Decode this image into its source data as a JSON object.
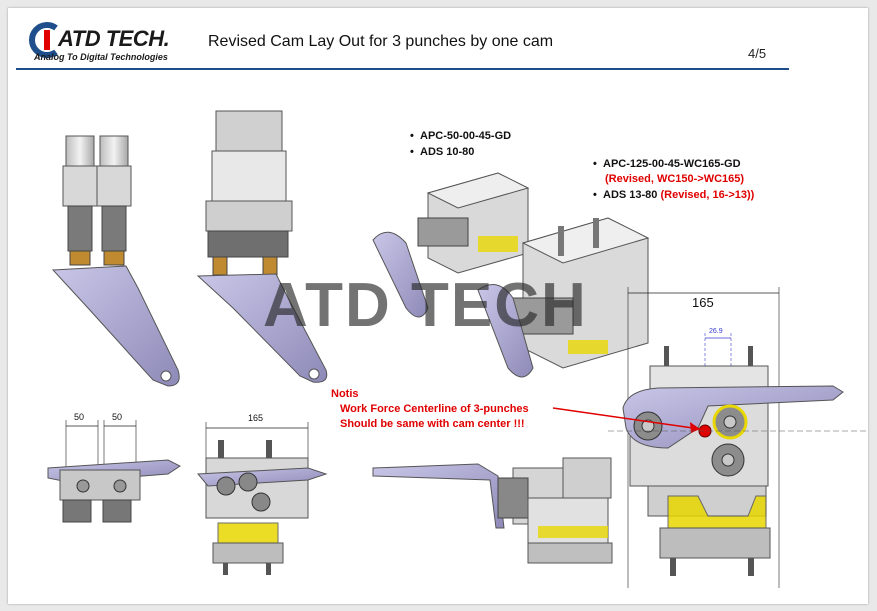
{
  "header": {
    "logo_text": "ATD TECH.",
    "logo_tagline": "Analog To Digital Technologies",
    "title": "Revised Cam Lay Out for 3 punches by one cam",
    "page_number": "4/5"
  },
  "specs_left": {
    "items": [
      "APC-50-00-45-GD",
      "ADS 10-80"
    ]
  },
  "specs_right": {
    "item1": "APC-125-00-45-WC165-GD",
    "item1_revision": "(Revised, WC150->WC165)",
    "item2_prefix": "ADS 13-80 ",
    "item2_revision": "(Revised, 16->13))"
  },
  "note": {
    "heading": "Notis",
    "line1": "Work Force Centerline of 3-punches",
    "line2": "Should be same with cam center !!!"
  },
  "dimensions": {
    "d50a": "50",
    "d50b": "50",
    "d165_small": "165",
    "d165_large": "165",
    "d26": "26.9"
  },
  "watermark": "ATD TECH",
  "colors": {
    "accent_rule": "#1f4e8c",
    "warning_red": "#e00000",
    "cam_purple": "#a9a6cf",
    "yellow_highlight": "#e8d700"
  }
}
